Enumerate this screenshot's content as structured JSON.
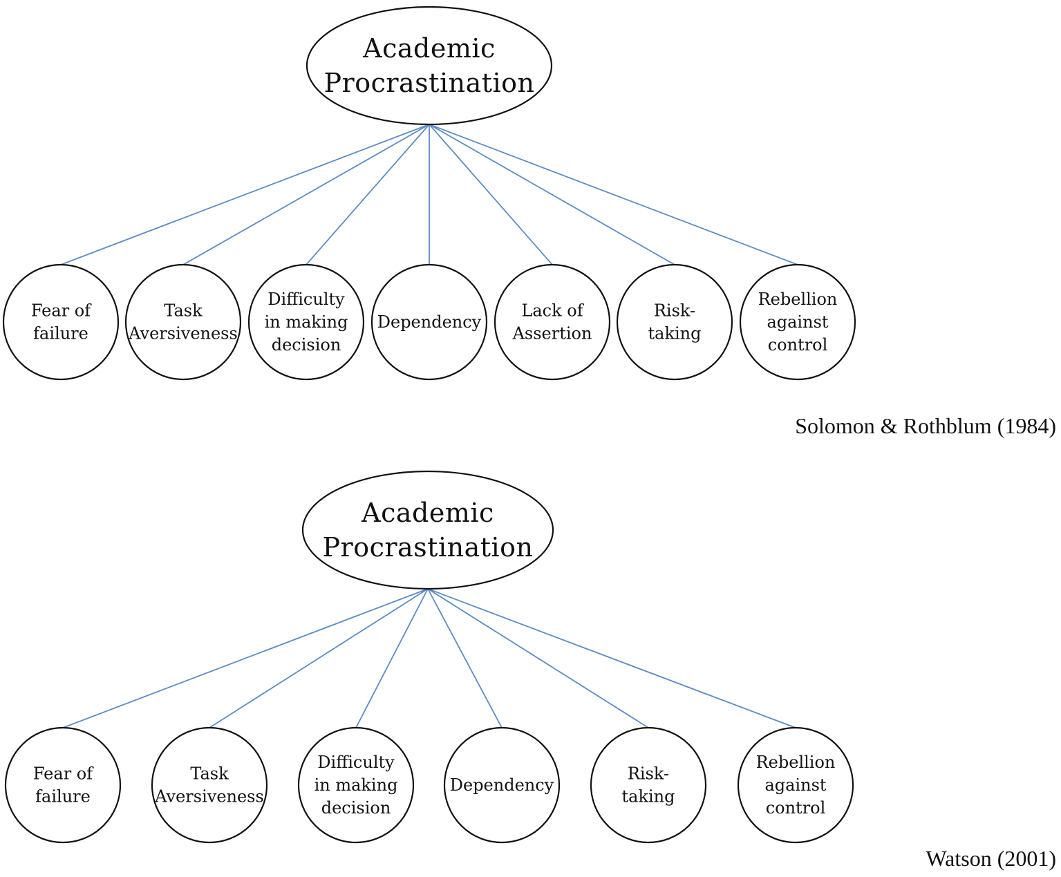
{
  "colors": {
    "connector": "#5b8bc4",
    "outline": "#111111",
    "text": "#111111"
  },
  "diagrams": [
    {
      "root": {
        "lines": [
          "Academic",
          "Procrastination"
        ]
      },
      "children": [
        {
          "lines": [
            "Fear of",
            "failure"
          ]
        },
        {
          "lines": [
            "Task",
            "Aversiveness"
          ]
        },
        {
          "lines": [
            "Difficulty",
            "in making",
            "decision"
          ]
        },
        {
          "lines": [
            "Dependency"
          ]
        },
        {
          "lines": [
            "Lack of",
            "Assertion"
          ]
        },
        {
          "lines": [
            "Risk-",
            "taking"
          ]
        },
        {
          "lines": [
            "Rebellion",
            "against",
            "control"
          ]
        }
      ],
      "citation": "Solomon & Rothblum (1984)"
    },
    {
      "root": {
        "lines": [
          "Academic",
          "Procrastination"
        ]
      },
      "children": [
        {
          "lines": [
            "Fear of",
            "failure"
          ]
        },
        {
          "lines": [
            "Task",
            "Aversiveness"
          ]
        },
        {
          "lines": [
            "Difficulty",
            "in making",
            "decision"
          ]
        },
        {
          "lines": [
            "Dependency"
          ]
        },
        {
          "lines": [
            "Risk-",
            "taking"
          ]
        },
        {
          "lines": [
            "Rebellion",
            "against",
            "control"
          ]
        }
      ],
      "citation": "Watson (2001)"
    }
  ]
}
